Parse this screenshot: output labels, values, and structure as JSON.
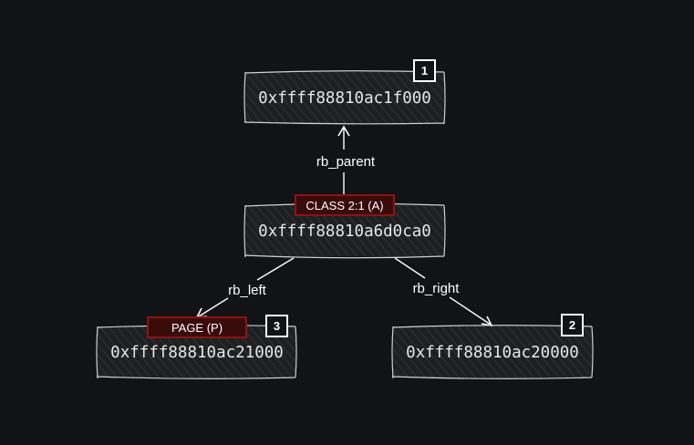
{
  "nodes": {
    "top": {
      "address": "0xffff88810ac1f000",
      "badge": "1"
    },
    "middle": {
      "address": "0xffff88810a6d0ca0",
      "tag": "CLASS 2:1 (A)"
    },
    "left": {
      "address": "0xffff88810ac21000",
      "tag": "PAGE (P)",
      "badge": "3"
    },
    "right": {
      "address": "0xffff88810ac20000",
      "badge": "2"
    }
  },
  "edges": {
    "parent": "rb_parent",
    "left": "rb_left",
    "right": "rb_right"
  },
  "colors": {
    "background": "#121316",
    "node_fill": "#1f2022",
    "node_stroke": "#cfcfcf",
    "tag_fill": "#3a0b0b",
    "tag_stroke": "#8b1414",
    "edge": "#ffffff"
  }
}
